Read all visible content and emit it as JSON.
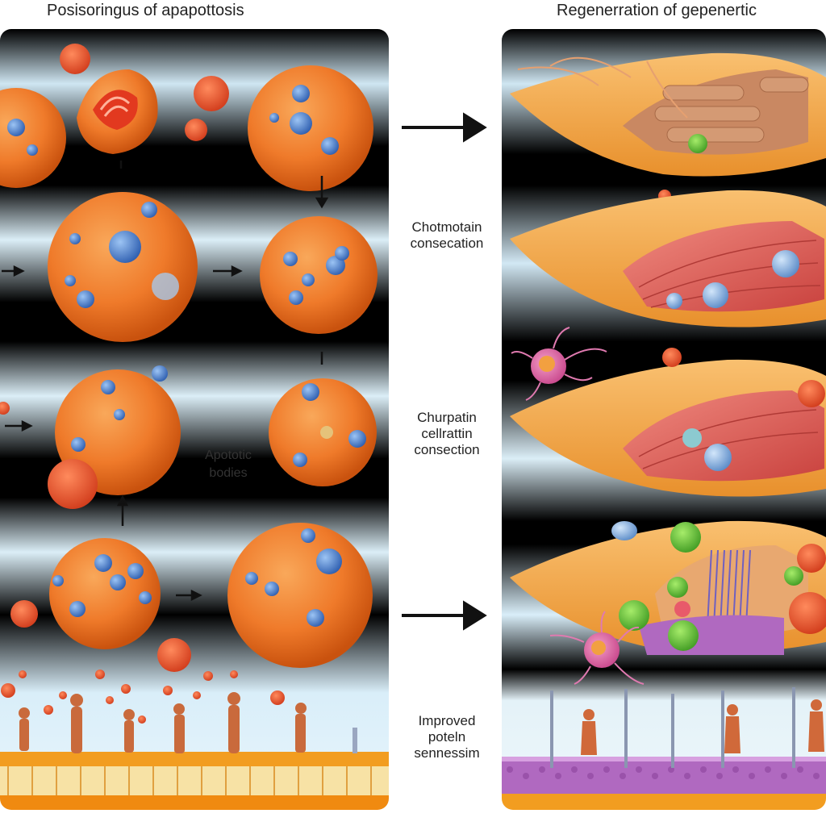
{
  "titles": {
    "left": "Posisoringus of apapottosis",
    "right": "Regenerration of gepenertic"
  },
  "labels": {
    "chromatin": [
      "Chotmotain",
      "consecation"
    ],
    "churpatin": [
      "Churpatin",
      "cellrattin",
      "consection"
    ],
    "improved": [
      "Improved",
      "poteln",
      "sennessim"
    ],
    "apoptotic": [
      "Apototic",
      "bodies"
    ]
  },
  "colors": {
    "cell": "#f07a2a",
    "cell_dark": "#d85a12",
    "nucleus": "#4a7fd0",
    "muscle": "#e05a55",
    "fibroblast": "#f4b25c",
    "membrane_purple": "#b069c0",
    "membrane_orange": "#f29d20",
    "green_cell": "#5cc23a",
    "pink_cell": "#e46aa8"
  }
}
